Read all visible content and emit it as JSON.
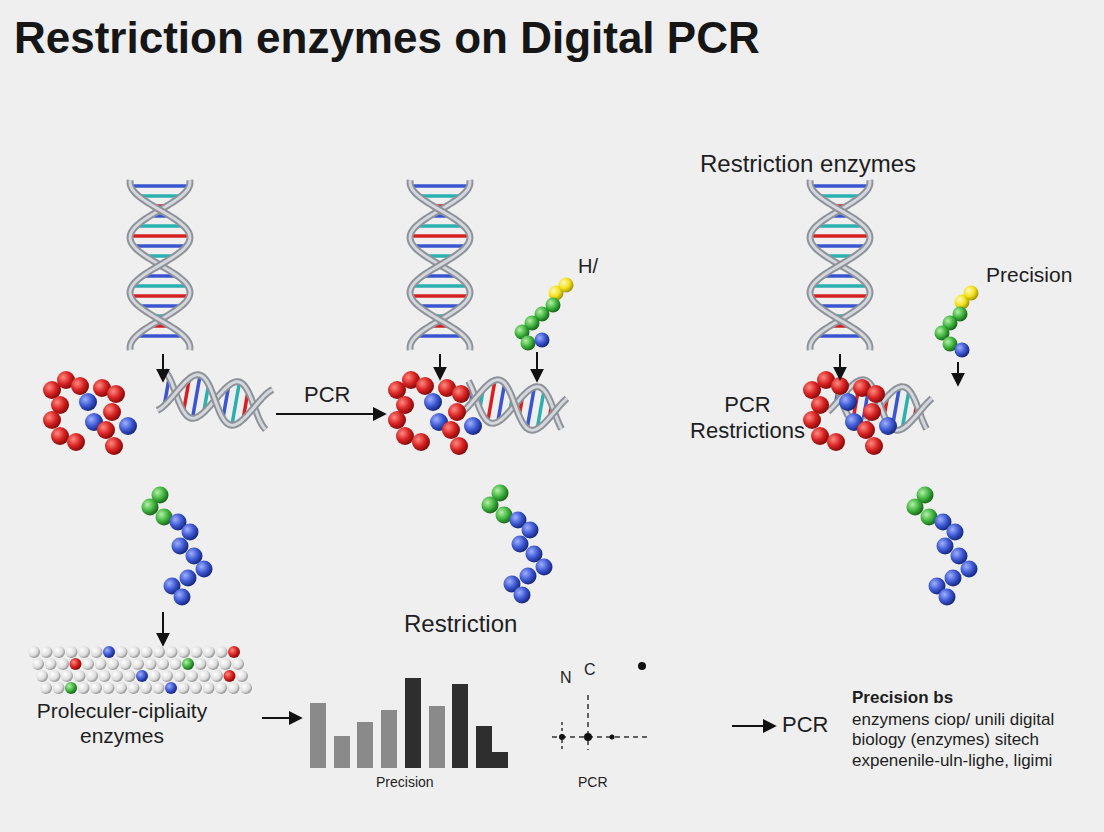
{
  "diagram": {
    "title": "Restriction enzymes on Digital PCR",
    "labels": [
      "Restriction enzymes",
      "H/",
      "Precision",
      "PCR",
      "PCR Restrictions",
      "Restriction",
      "Proleculer-cipliaity enzymes",
      "Precision",
      "N",
      "C",
      "PCR",
      "PCR",
      "Precision bs",
      "enzymens ciop/ unili digital biology (enzymes) sitech expenenile-uln-lighe, ligimi"
    ]
  }
}
